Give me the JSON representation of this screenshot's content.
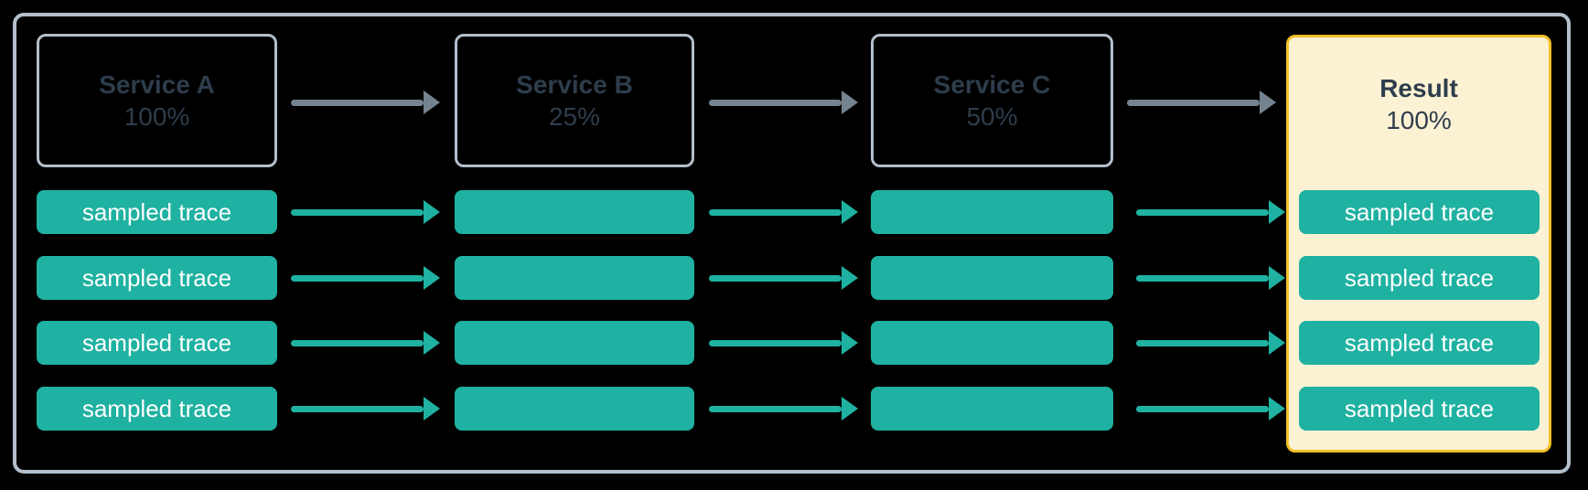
{
  "columns": [
    {
      "id": "service-a",
      "title": "Service A",
      "rate": "100%",
      "kind": "service"
    },
    {
      "id": "service-b",
      "title": "Service B",
      "rate": "25%",
      "kind": "service"
    },
    {
      "id": "service-c",
      "title": "Service C",
      "rate": "50%",
      "kind": "service"
    },
    {
      "id": "result",
      "title": "Result",
      "rate": "100%",
      "kind": "result"
    }
  ],
  "trace": {
    "label": "sampled trace",
    "rows_per_column": 4
  },
  "colors": {
    "background": "#000000",
    "frame_border": "#b3bfcb",
    "service_border": "#b3bfcb",
    "service_text": "#2e3d4c",
    "arrow_gray": "#75828f",
    "trace_teal": "#1fb1a1",
    "trace_text": "#ffffff",
    "result_background": "#fbf2d4",
    "result_border": "#f2c028"
  }
}
